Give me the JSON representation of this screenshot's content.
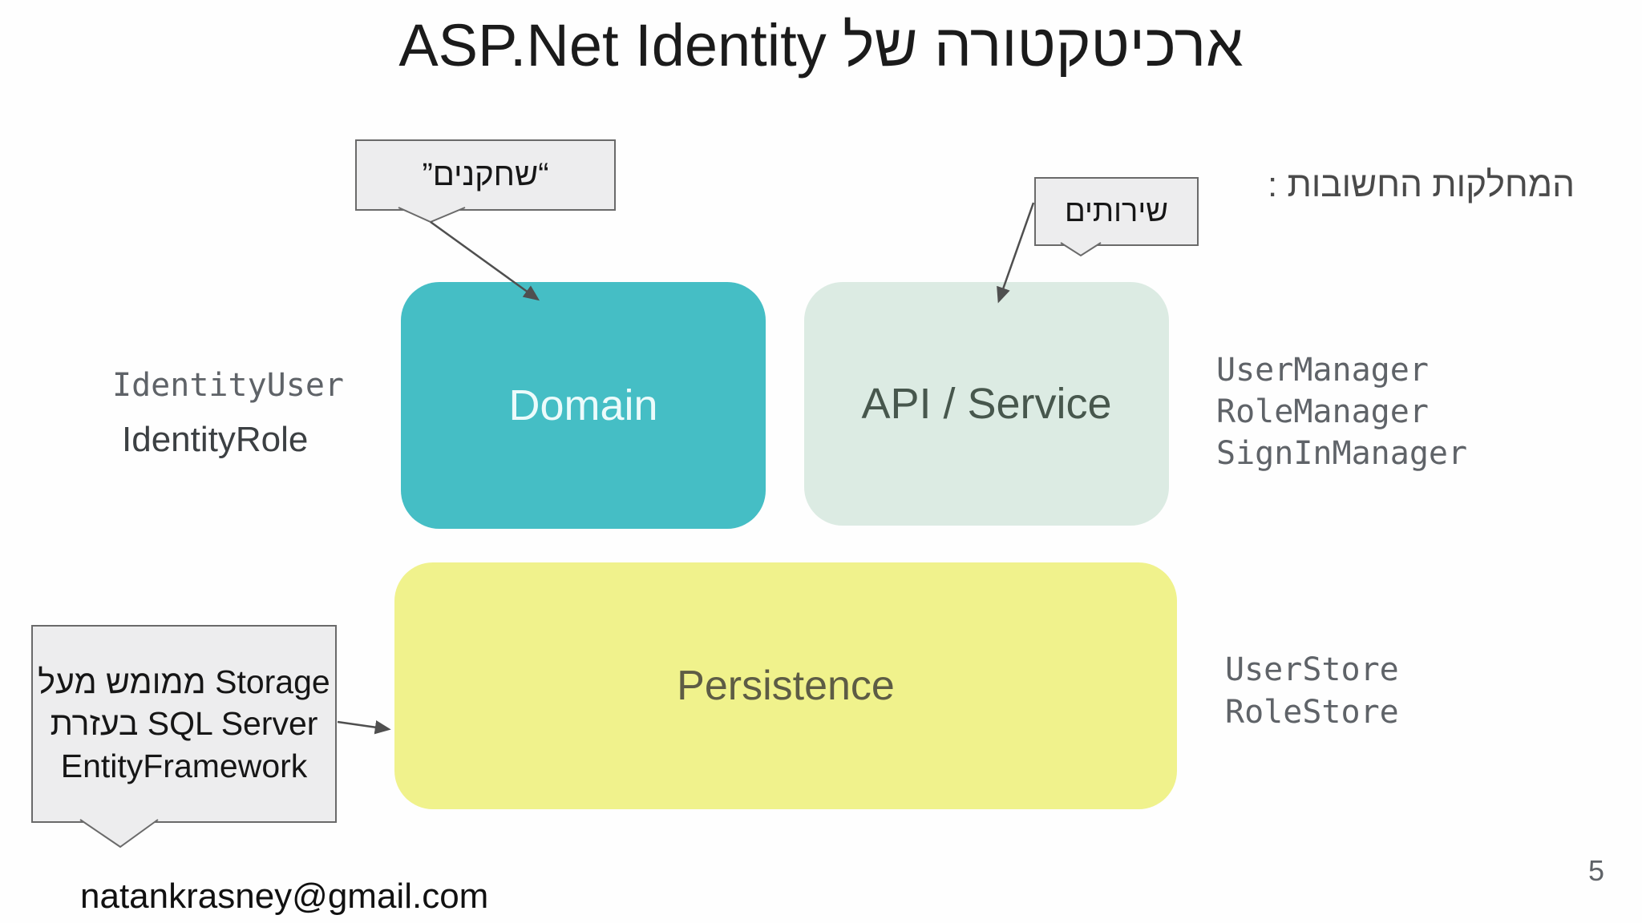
{
  "slide": {
    "title": "ארכיטקטורה של ASP.Net Identity",
    "heading": "המחלקות החשובות :",
    "footer_email": "natankrasney@gmail.com",
    "page_number": "5"
  },
  "callouts": {
    "actors_label": "“שחקנים”",
    "services_label": "שירותים",
    "storage_note": {
      "line1": "Storage ממומש מעל",
      "line2": "SQL Server בעזרת",
      "line3": "EntityFramework"
    }
  },
  "boxes": {
    "domain": {
      "label": "Domain",
      "color": "#45bec5",
      "text_color": "#ecfbfb"
    },
    "api_service": {
      "label": "API / Service",
      "color": "#dcebe3",
      "text_color": "#47574d"
    },
    "persistence": {
      "label": "Persistence",
      "color": "#f0f28c",
      "text_color": "#5d5c45"
    }
  },
  "class_labels": {
    "domain_side": [
      "IdentityUser",
      "IdentityRole"
    ],
    "api_side": [
      "UserManager",
      "RoleManager",
      "SignInManager"
    ],
    "persistence_side": [
      "UserStore",
      "RoleStore"
    ]
  },
  "colors": {
    "connector": "#4f4f4f",
    "callout_background": "#ededee",
    "callout_border": "#6a6a6a"
  }
}
